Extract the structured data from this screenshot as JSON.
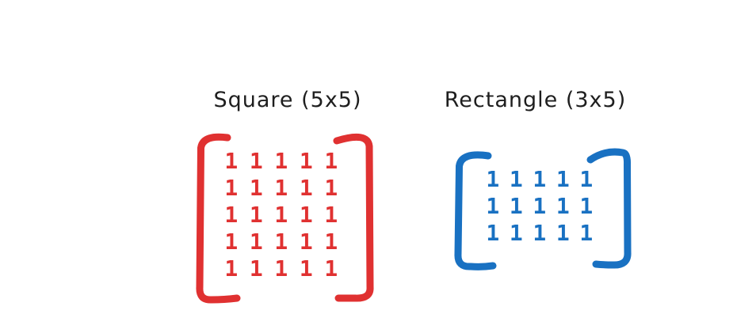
{
  "canvas": {
    "background": "#ffffff",
    "title_color": "#1e1e1e"
  },
  "figures": [
    {
      "id": "square",
      "title": "Square (5x5)",
      "color": "#e03131",
      "rows": 5,
      "cols": 5,
      "values": [
        [
          "1",
          "1",
          "1",
          "1",
          "1"
        ],
        [
          "1",
          "1",
          "1",
          "1",
          "1"
        ],
        [
          "1",
          "1",
          "1",
          "1",
          "1"
        ],
        [
          "1",
          "1",
          "1",
          "1",
          "1"
        ],
        [
          "1",
          "1",
          "1",
          "1",
          "1"
        ]
      ]
    },
    {
      "id": "rectangle",
      "title": "Rectangle (3x5)",
      "color": "#1971c2",
      "rows": 3,
      "cols": 5,
      "values": [
        [
          "1",
          "1",
          "1",
          "1",
          "1"
        ],
        [
          "1",
          "1",
          "1",
          "1",
          "1"
        ],
        [
          "1",
          "1",
          "1",
          "1",
          "1"
        ]
      ]
    }
  ]
}
